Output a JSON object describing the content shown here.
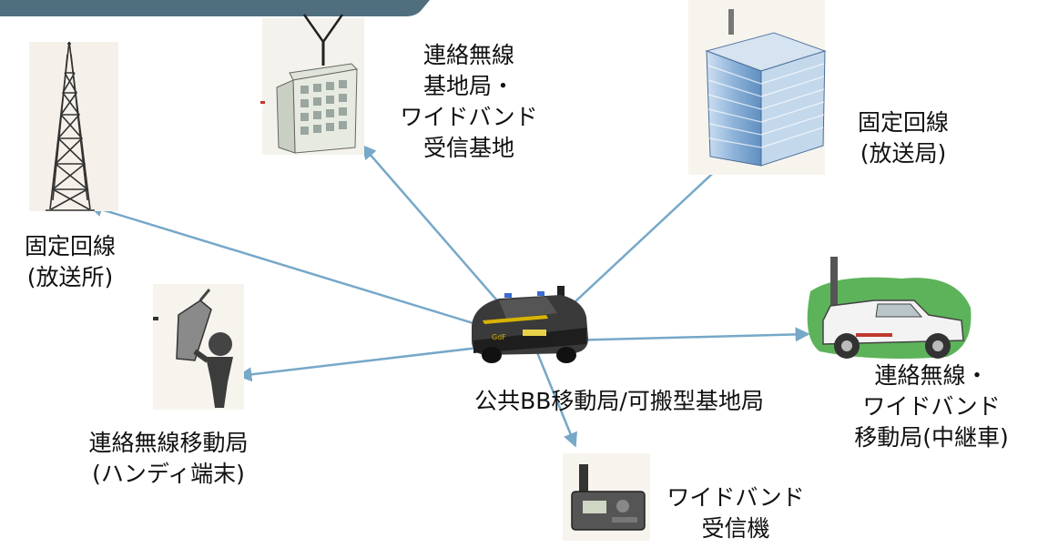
{
  "center": {
    "label": "公共BB移動局/可搬型基地局",
    "car_marking": "GdF"
  },
  "nodes": {
    "tower": {
      "lines": [
        "固定回線",
        "(放送所)"
      ]
    },
    "building": {
      "lines": [
        "連絡無線",
        "基地局・",
        "ワイドバンド",
        "受信基地"
      ]
    },
    "tall": {
      "lines": [
        "固定回線",
        "(放送局)"
      ]
    },
    "jeep": {
      "lines": [
        "連絡無線・",
        "ワイドバンド",
        "移動局(中継車)"
      ]
    },
    "handy": {
      "lines": [
        "連絡無線移動局",
        "(ハンディ端末)"
      ]
    },
    "receiver": {
      "lines": [
        "ワイドバンド",
        "受信機"
      ]
    }
  },
  "colors": {
    "arrow": "#76a8c8",
    "header_band": "#4f6f7f"
  }
}
